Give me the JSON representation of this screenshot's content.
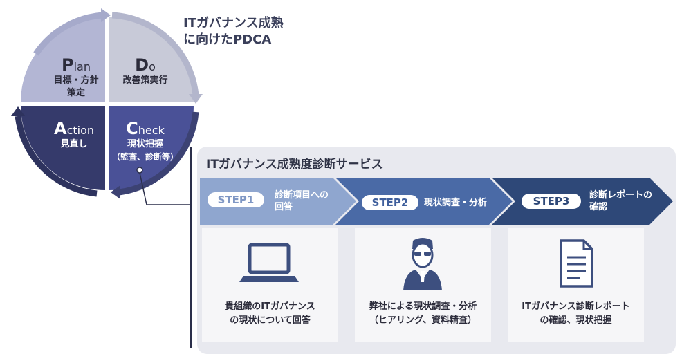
{
  "title": {
    "line1": "ITガバナンス成熟",
    "line2": "に向けたPDCA"
  },
  "pdca": {
    "plan": {
      "letter": "P",
      "rest": "lan",
      "line1": "目標・方針",
      "line2": "策定"
    },
    "do": {
      "letter": "D",
      "rest": "o",
      "line1": "改善策実行"
    },
    "check": {
      "letter": "C",
      "rest": "heck",
      "line1": "現状把握",
      "line2": "（監査、診断等）"
    },
    "action": {
      "letter": "A",
      "rest": "ction",
      "line1": "見直し"
    }
  },
  "service": {
    "title": "ITガバナンス成熟度診断サービス",
    "steps": [
      {
        "tag": "STEP1",
        "line1": "診断項目への",
        "line2": "回答",
        "color": "#8fa6cf"
      },
      {
        "tag": "STEP2",
        "line1": "現状調査・分析",
        "line2": "",
        "color": "#4a6aa6"
      },
      {
        "tag": "STEP3",
        "line1": "診断レポートの",
        "line2": "確認",
        "color": "#2e4878"
      }
    ],
    "cards": [
      {
        "icon": "laptop-icon",
        "line1": "貴組織のITガバナンス",
        "line2": "の現状について回答"
      },
      {
        "icon": "consultant-icon",
        "line1": "弊社による現状調査・分析",
        "line2": "（ヒアリング、資料精査）"
      },
      {
        "icon": "document-icon",
        "line1": "ITガバナンス診断レポート",
        "line2": "の確認、現状把握"
      }
    ]
  },
  "colors": {
    "plan": "#b3b6d4",
    "do": "#c8cad8",
    "check": "#4a5197",
    "action": "#353a6b",
    "arrow_light": "#a6aacb",
    "arrow_dark": "#3c4273",
    "icon": "#3d4f7f"
  }
}
